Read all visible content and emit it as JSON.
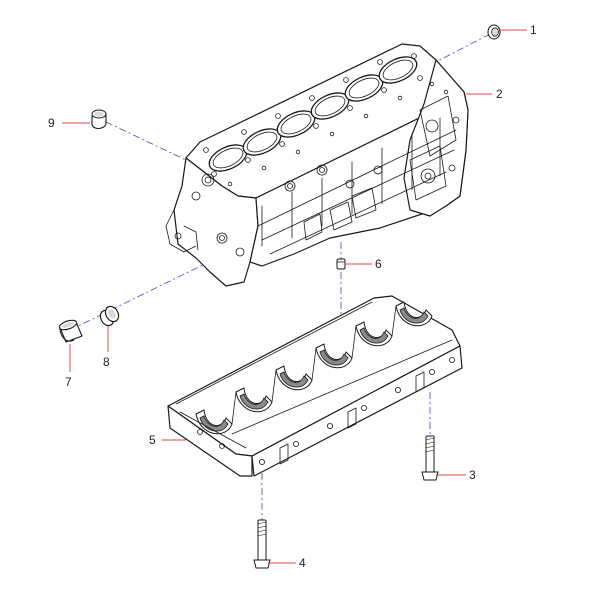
{
  "diagram": {
    "callouts": [
      {
        "id": "1",
        "label": "1"
      },
      {
        "id": "2",
        "label": "2"
      },
      {
        "id": "3",
        "label": "3"
      },
      {
        "id": "4",
        "label": "4"
      },
      {
        "id": "5",
        "label": "5"
      },
      {
        "id": "6",
        "label": "6"
      },
      {
        "id": "7",
        "label": "7"
      },
      {
        "id": "8",
        "label": "8"
      },
      {
        "id": "9",
        "label": "9"
      }
    ],
    "colors": {
      "leader_line": "#d94a4a",
      "center_line": "#4a5fd0",
      "ink": "#1a1a1a"
    }
  }
}
